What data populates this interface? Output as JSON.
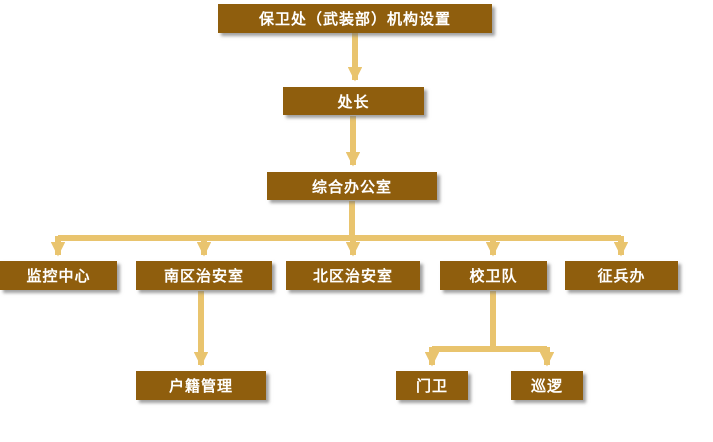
{
  "title": "保卫处（武装部）机构设置",
  "org": {
    "root": {
      "label": "保卫处（武装部）机构设置"
    },
    "director": {
      "label": "处长"
    },
    "office": {
      "label": "综合办公室"
    },
    "children": [
      {
        "label": "监控中心"
      },
      {
        "label": "南区治安室"
      },
      {
        "label": "北区治安室"
      },
      {
        "label": "校卫队"
      },
      {
        "label": "征兵办"
      }
    ],
    "sub": {
      "household": {
        "label": "户籍管理"
      },
      "gate": {
        "label": "门卫"
      },
      "patrol": {
        "label": "巡逻"
      }
    }
  },
  "colors": {
    "box-color": "#8F5E0D",
    "arrow-color": "#E9C46E",
    "text-color": "#FFFFFF"
  }
}
